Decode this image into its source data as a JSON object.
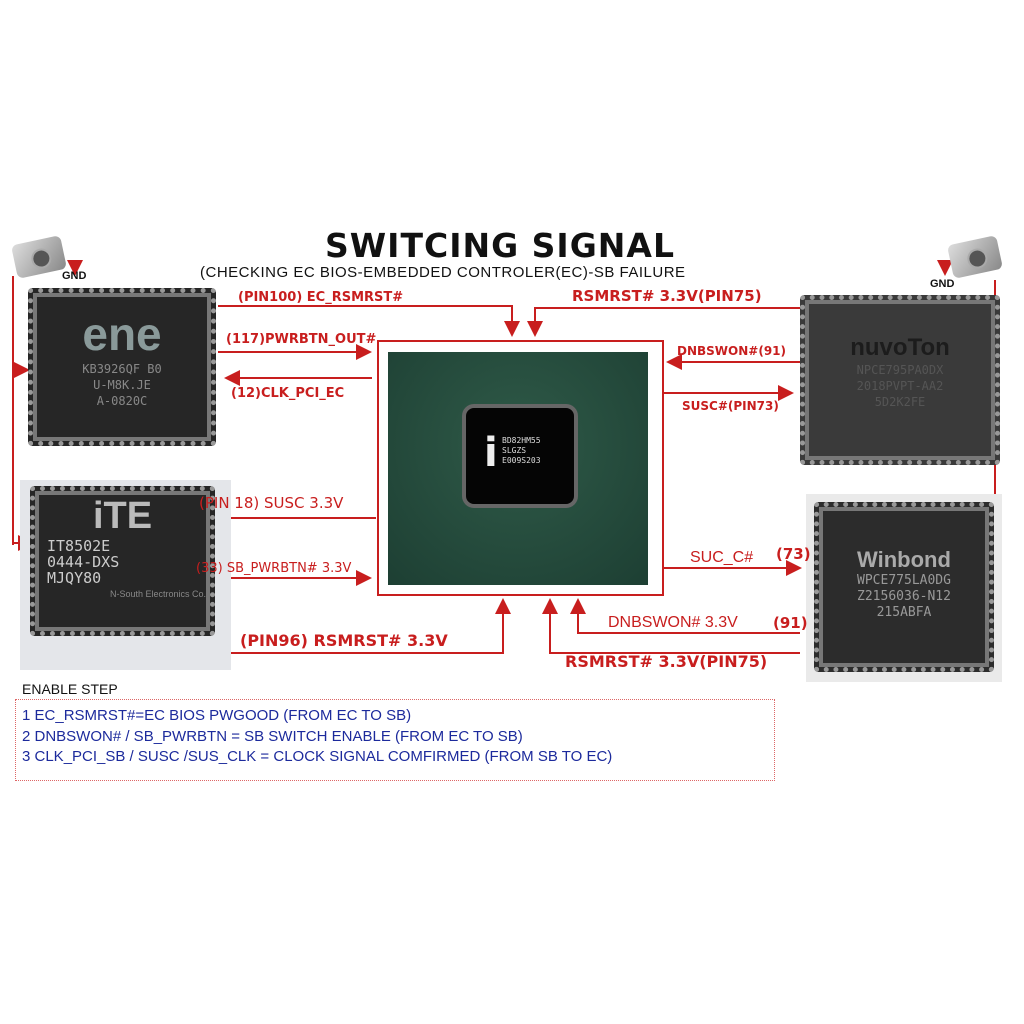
{
  "title": "SWITCING SIGNAL",
  "subtitle": "(CHECKING EC BIOS-EMBEDDED CONTROLER(EC)-SB FAILURE",
  "gnd_left": "GND",
  "gnd_right": "GND",
  "chips": {
    "ene": {
      "brand": "ene",
      "lines": [
        "KB3926QF B0",
        "U-M8K.JE",
        "A-0820C"
      ]
    },
    "ite": {
      "brand": "iTE",
      "lines": [
        "IT8502E",
        "0444-DXS",
        "MJQY80"
      ],
      "footer": "N-South Electronics Co."
    },
    "southbridge": {
      "brand": "i",
      "lines": [
        "BD82HM55",
        "SLGZS",
        "E009S203"
      ]
    },
    "nuvoton": {
      "brand": "nuvoTon",
      "lines": [
        "NPCE795PA0DX",
        "2018PVPT-AA2",
        "5D2K2FE"
      ]
    },
    "winbond": {
      "brand": "Winbond",
      "lines": [
        "WPCE775LA0DG",
        "Z2156036-N12",
        "215ABFA"
      ]
    }
  },
  "signals": {
    "ec_rsmrst": "(PIN100) EC_RSMRST#",
    "pwrbtn_out": "(117)PWRBTN_OUT#",
    "clk_pci_ec": "(12)CLK_PCI_EC",
    "susc_pin18": "(PIN 18) SUSC 3.3V",
    "sb_pwrbtn": "(33) SB_PWRBTN# 3.3V",
    "rsmrst_pin96": "(PIN96) RSMRST# 3.3V",
    "rsmrst_pin75_top": "RSMRST# 3.3V(PIN75)",
    "dnbswon_91_top": "DNBSWON#(91)",
    "susc_pin73": "SUSC#(PIN73)",
    "suc_c": "SUC_C#",
    "suc_c_pin": "(73)",
    "dnbswon_bottom": "DNBSWON# 3.3V",
    "dnbswon_bottom_pin": "(91)",
    "rsmrst_pin75_bottom": "RSMRST# 3.3V(PIN75)"
  },
  "enable_step": {
    "title": "ENABLE STEP",
    "steps": [
      "1 EC_RSMRST#=EC BIOS PWGOOD   (FROM EC TO SB)",
      "2 DNBSWON# / SB_PWRBTN = SB SWITCH ENABLE   (FROM EC TO SB)",
      "3 CLK_PCI_SB / SUSC /SUS_CLK = CLOCK SIGNAL COMFIRMED (FROM SB TO EC)"
    ]
  },
  "colors": {
    "signal": "#c81e1e",
    "steps": "#1c2a9c"
  }
}
